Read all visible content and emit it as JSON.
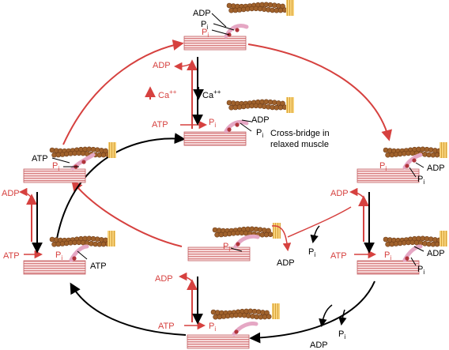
{
  "labels": {
    "adp": "ADP",
    "atp": "ATP",
    "p": "P",
    "i": "i",
    "ca": "Ca",
    "ca_charge": "++",
    "cross_bridge_line1": "Cross-bridge in",
    "cross_bridge_line2": "relaxed muscle"
  },
  "colors": {
    "red": "#d6413f",
    "black": "#000000",
    "actin_bead": "#a0622c",
    "actin_bead_dark": "#6e3b16",
    "myosin_stripe": "#e6a0a0",
    "myosin_stripe_dark": "#c96a6a",
    "z_line": "#f2c35c",
    "head_pink": "#e5a7c4",
    "head_dot": "#b1343b"
  },
  "icons": [
    "actin-filament-icon",
    "myosin-filament-icon",
    "z-disc-icon",
    "myosin-head-icon"
  ]
}
